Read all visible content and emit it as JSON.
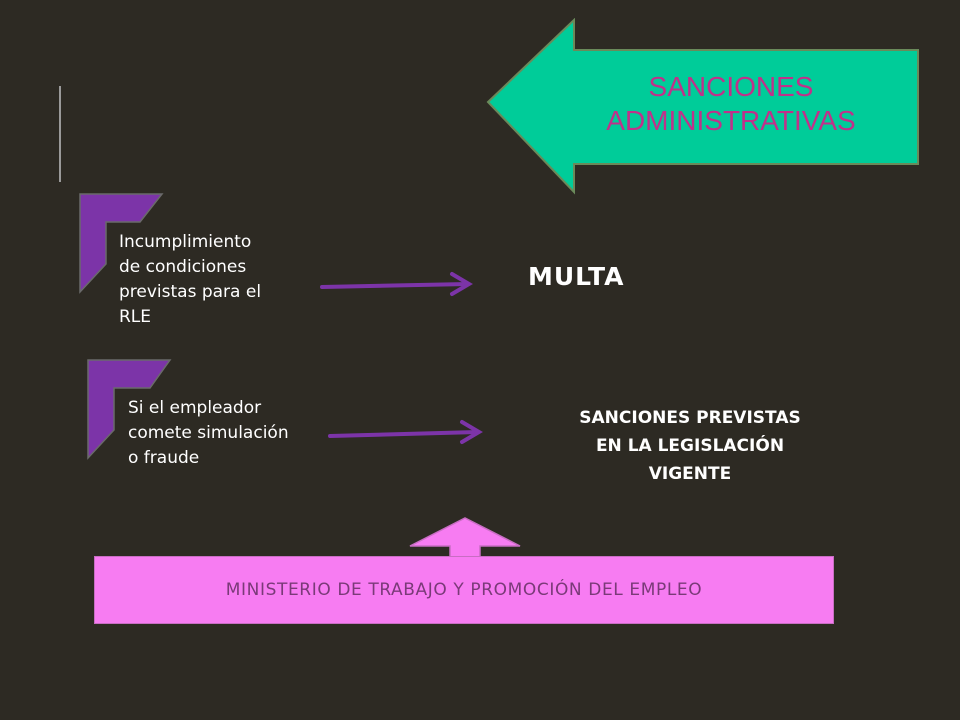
{
  "header_arrow": {
    "lines": [
      "SANCIONES",
      "ADMINISTRATIVAS"
    ]
  },
  "conditions": [
    {
      "lines": [
        "Incumplimiento",
        "de condiciones",
        "previstas para el",
        "RLE"
      ]
    },
    {
      "lines": [
        "Si el empleador",
        "comete simulación",
        "o fraude"
      ]
    }
  ],
  "results": [
    {
      "lines": [
        "MULTA"
      ]
    },
    {
      "lines": [
        "SANCIONES PREVISTAS",
        "EN LA LEGISLACIÓN",
        "VIGENTE"
      ]
    }
  ],
  "ministry": {
    "label": "MINISTERIO DE TRABAJO Y PROMOCIÓN DEL EMPLEO"
  },
  "colors": {
    "background": "#2d2a23",
    "arrow_fill": "#00cc99",
    "arrow_text": "#c0318a",
    "bracket": "#7c34a8",
    "connector": "#7c34a8",
    "ministry_fill": "#f77cf2",
    "ministry_text": "#7a3a78"
  }
}
